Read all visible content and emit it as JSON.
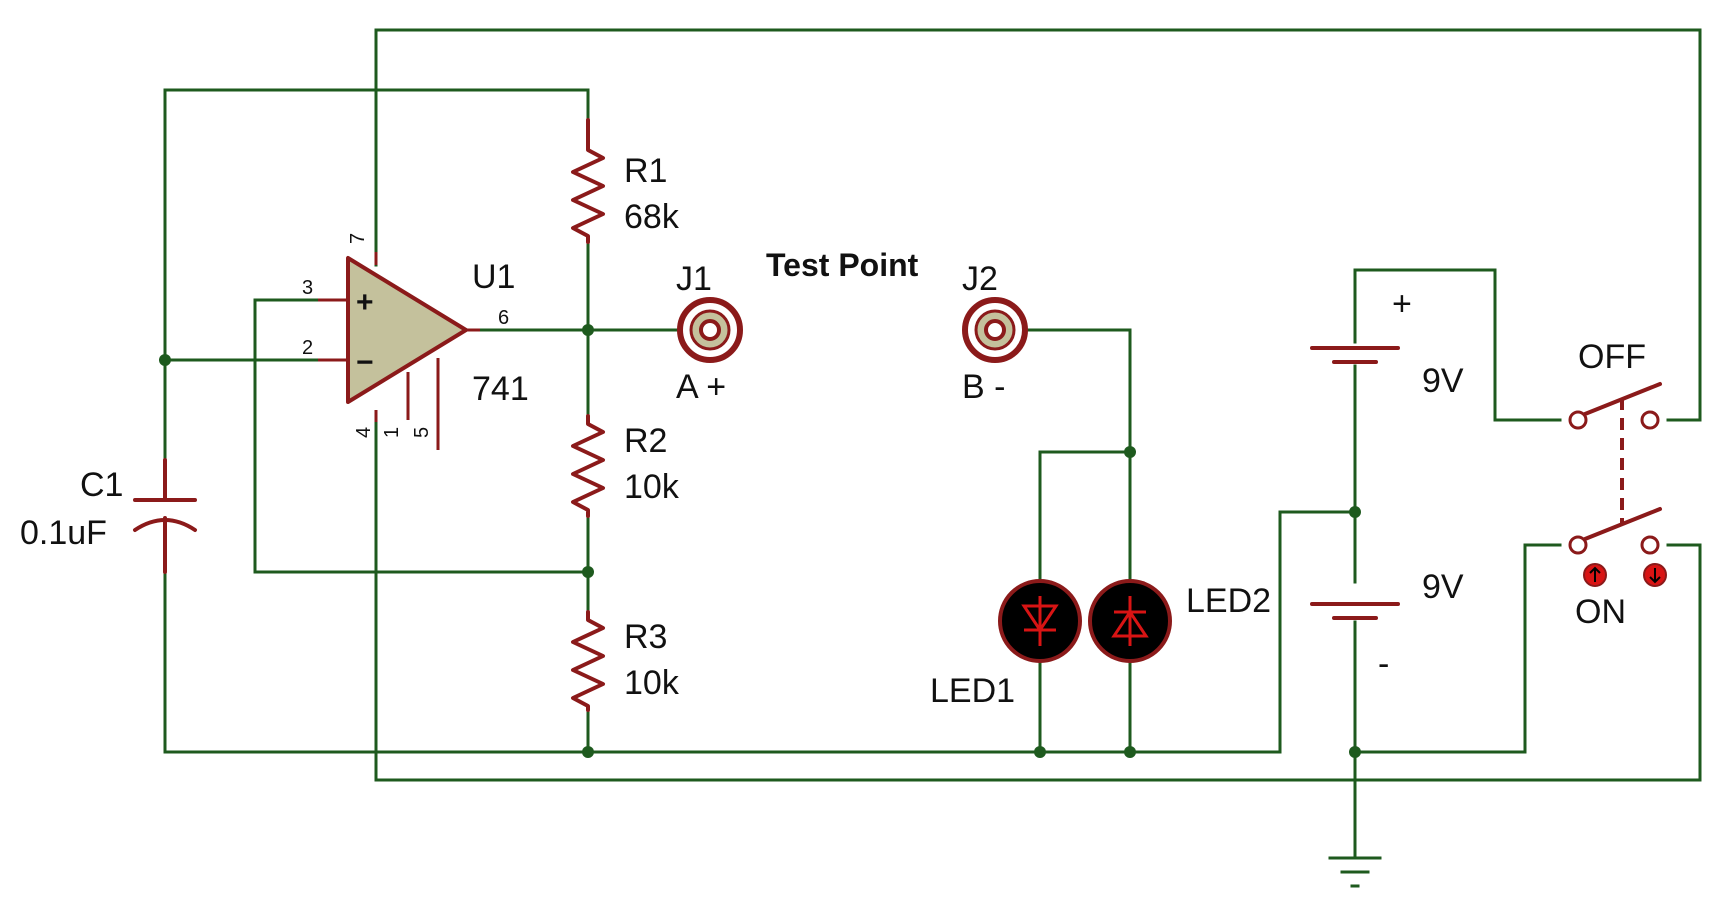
{
  "colors": {
    "wire": "#1e5a1e",
    "component": "#8b1a1a",
    "opamp_fill": "#c4c19c",
    "led_body": "#000000",
    "led_glyph": "#d81414"
  },
  "opamp": {
    "ref": "U1",
    "value": "741",
    "pins": {
      "vplus": "7",
      "in_plus": "3",
      "in_minus": "2",
      "out": "6",
      "vminus": "4",
      "offset1": "1",
      "offset2": "5"
    },
    "plus_sign": "+",
    "minus_sign": "−"
  },
  "resistors": [
    {
      "ref": "R1",
      "value": "68k"
    },
    {
      "ref": "R2",
      "value": "10k"
    },
    {
      "ref": "R3",
      "value": "10k"
    }
  ],
  "capacitor": {
    "ref": "C1",
    "value": "0.1uF"
  },
  "jacks": {
    "j1": {
      "ref": "J1",
      "label": "A +"
    },
    "j2": {
      "ref": "J2",
      "label": "B -"
    }
  },
  "test_point_label": "Test Point",
  "leds": [
    {
      "ref": "LED1"
    },
    {
      "ref": "LED2"
    }
  ],
  "batteries": [
    {
      "value": "9V",
      "sign": "+"
    },
    {
      "value": "9V",
      "sign": "-"
    }
  ],
  "switch": {
    "off_label": "OFF",
    "on_label": "ON"
  }
}
